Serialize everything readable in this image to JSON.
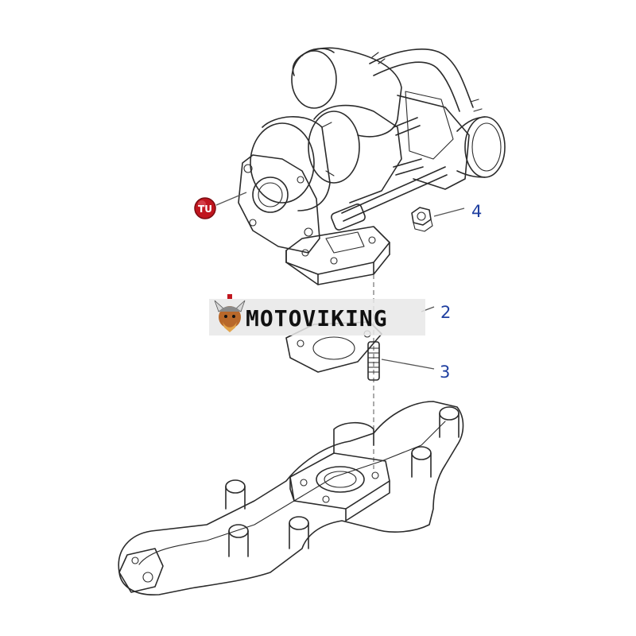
{
  "diagram": {
    "callouts": {
      "c2": "2",
      "c3": "3",
      "c4": "4"
    },
    "badge": {
      "text": "TU",
      "color": "#c0161f"
    },
    "watermark": {
      "text": "MOTOVIKING"
    },
    "colors": {
      "callout": "#1f3fa0",
      "line": "#2b2b2b",
      "watermark_bg": "#e8e8e8"
    },
    "icons": [
      "viking-mascot-icon"
    ]
  }
}
